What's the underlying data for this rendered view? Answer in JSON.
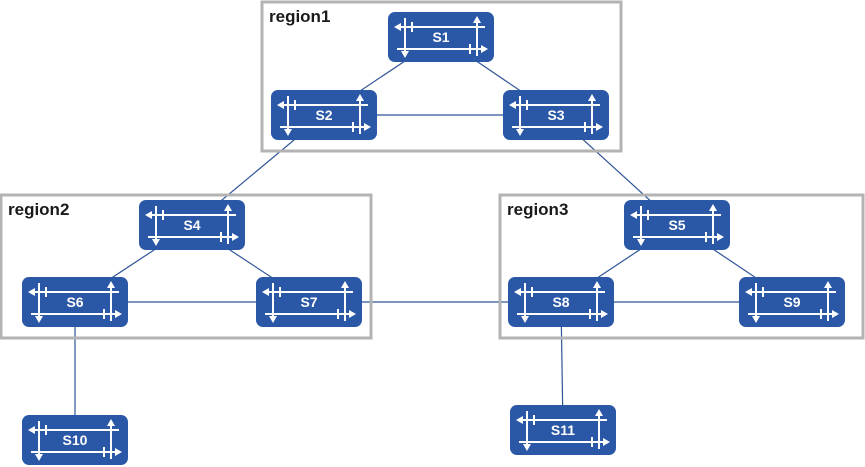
{
  "regions": [
    {
      "id": "region1",
      "label": "region1"
    },
    {
      "id": "region2",
      "label": "region2"
    },
    {
      "id": "region3",
      "label": "region3"
    }
  ],
  "switches": [
    {
      "id": "S1",
      "label": "S1",
      "region": "region1"
    },
    {
      "id": "S2",
      "label": "S2",
      "region": "region1"
    },
    {
      "id": "S3",
      "label": "S3",
      "region": "region1"
    },
    {
      "id": "S4",
      "label": "S4",
      "region": "region2"
    },
    {
      "id": "S5",
      "label": "S5",
      "region": "region3"
    },
    {
      "id": "S6",
      "label": "S6",
      "region": "region2"
    },
    {
      "id": "S7",
      "label": "S7",
      "region": "region2"
    },
    {
      "id": "S8",
      "label": "S8",
      "region": "region3"
    },
    {
      "id": "S9",
      "label": "S9",
      "region": "region3"
    },
    {
      "id": "S10",
      "label": "S10",
      "region": ""
    },
    {
      "id": "S11",
      "label": "S11",
      "region": ""
    }
  ],
  "links": [
    [
      "S1",
      "S2"
    ],
    [
      "S1",
      "S3"
    ],
    [
      "S2",
      "S3"
    ],
    [
      "S2",
      "S4"
    ],
    [
      "S3",
      "S5"
    ],
    [
      "S4",
      "S6"
    ],
    [
      "S4",
      "S7"
    ],
    [
      "S6",
      "S7"
    ],
    [
      "S7",
      "S8"
    ],
    [
      "S5",
      "S8"
    ],
    [
      "S5",
      "S9"
    ],
    [
      "S8",
      "S9"
    ],
    [
      "S6",
      "S10"
    ],
    [
      "S8",
      "S11"
    ]
  ],
  "colors": {
    "switch_fill": "#2a57a6",
    "link": "#2f5597",
    "region_border": "#b3b3b3"
  },
  "icon": "switch-icon"
}
